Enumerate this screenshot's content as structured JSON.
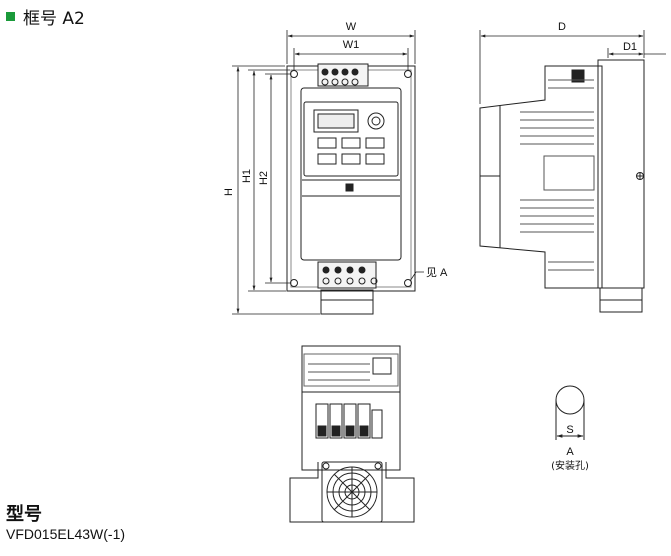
{
  "header": {
    "title": "框号 A2"
  },
  "front_view": {
    "dim_W": "W",
    "dim_W1": "W1",
    "dim_H": "H",
    "dim_H1": "H1",
    "dim_H2": "H2",
    "callout": "见 A"
  },
  "side_view": {
    "dim_D": "D",
    "dim_D1": "D1"
  },
  "detail": {
    "dim_S": "S",
    "label_A": "A",
    "note": "(安装孔)"
  },
  "model": {
    "heading": "型号",
    "value": "VFD015EL43W(-1)"
  },
  "colors": {
    "bullet": "#1a9a3a",
    "line": "#222222"
  }
}
